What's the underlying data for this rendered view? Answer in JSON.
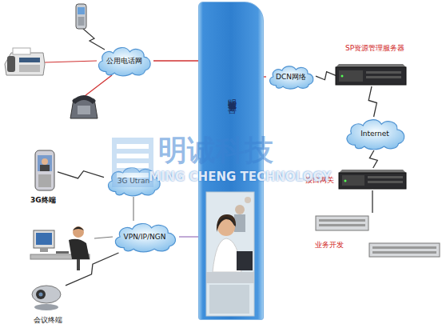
{
  "diagram": {
    "nodes": [
      {
        "text": [
          "公用电话网"
        ]
      },
      {
        "text": [
          "明诚智信业务平台"
        ]
      },
      {
        "text": [
          "DCN网络"
        ]
      },
      {
        "text": [
          "SP资源管理服务器"
        ]
      },
      {
        "text": [
          "Internet"
        ]
      },
      {
        "text": [
          "接口网关"
        ]
      },
      {
        "text": [
          "3G终端"
        ]
      },
      {
        "text": [
          "3G Utran"
        ]
      },
      {
        "text": [
          "业务开发"
        ]
      },
      {
        "text": [
          "VPN/IP/NGN"
        ]
      },
      {
        "text": [
          "会议终端"
        ]
      }
    ],
    "edges": [
      {
        "from": 0,
        "to": 1,
        "arrow": "none"
      },
      {
        "from": 1,
        "to": 2,
        "arrow": "none"
      },
      {
        "from": 2,
        "to": 3,
        "arrow": "none"
      },
      {
        "from": 3,
        "to": 4,
        "arrow": "none"
      },
      {
        "from": 4,
        "to": 5,
        "arrow": "none"
      },
      {
        "from": 6,
        "to": 7,
        "arrow": "none"
      },
      {
        "from": 7,
        "to": 9,
        "arrow": "none"
      },
      {
        "from": 9,
        "to": 1,
        "arrow": "none"
      },
      {
        "from": 5,
        "to": 8,
        "arrow": "none"
      },
      {
        "from": 10,
        "to": 9,
        "arrow": "none"
      }
    ],
    "labels": [
      "明诚科技",
      "MING CHENG TECHNOLOGY"
    ]
  }
}
